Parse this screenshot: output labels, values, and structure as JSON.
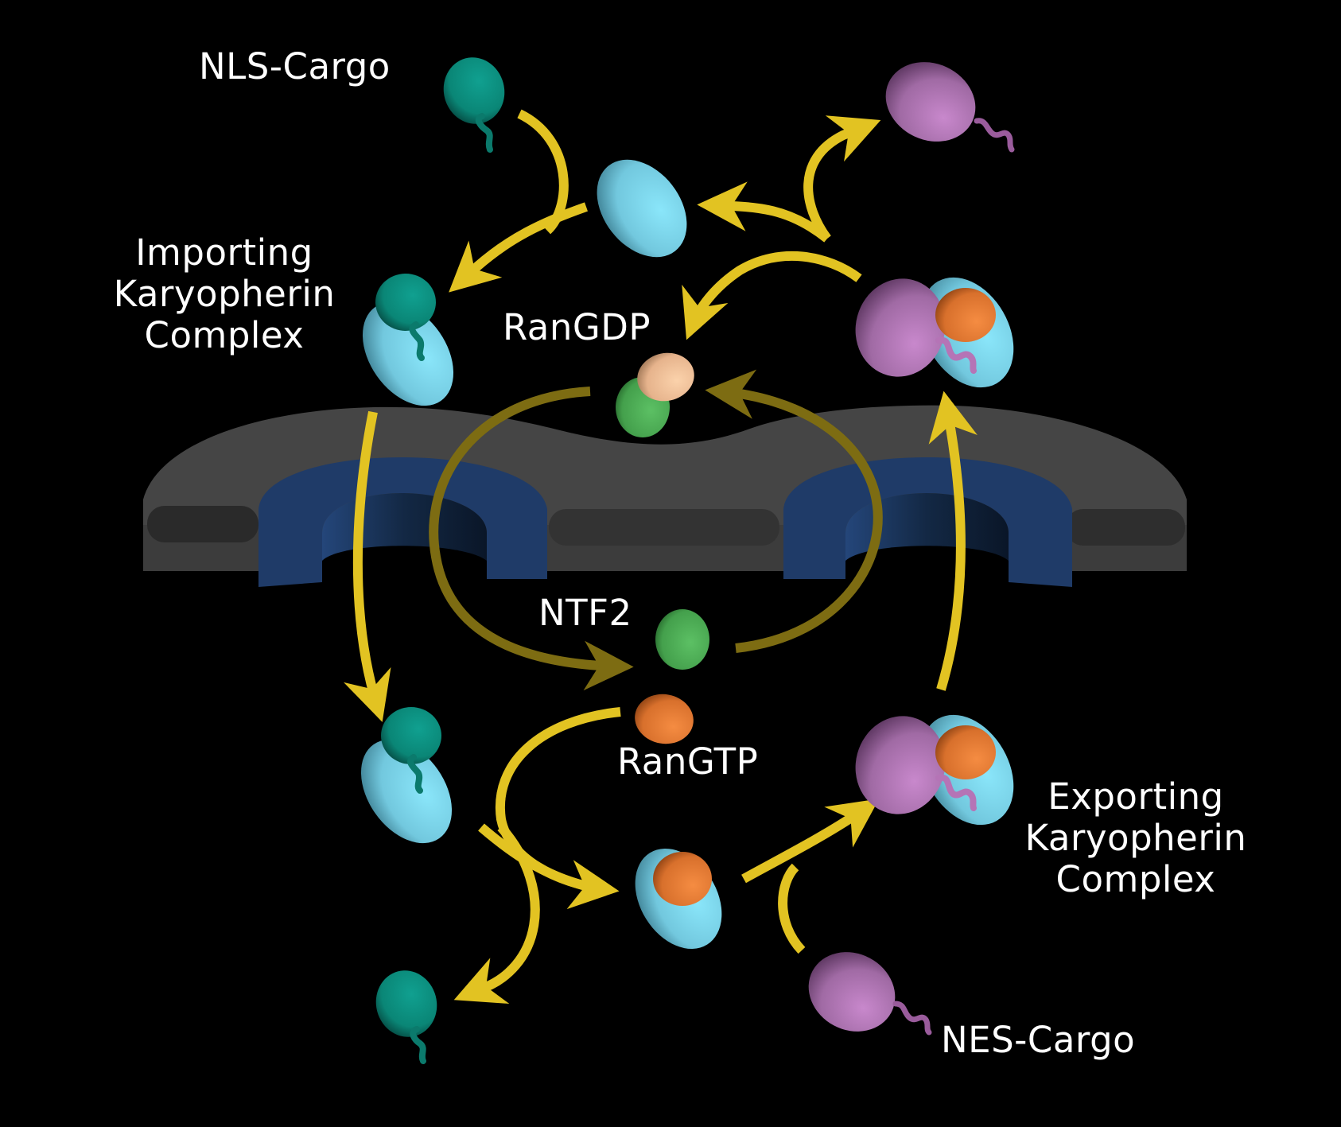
{
  "title": "Nuclear transport cycle: import and export karyopherin pathways through the nuclear pore complex",
  "colors": {
    "background": "#000000",
    "arrow": "#e2c322",
    "arrow_dim": "#7d6c12",
    "nls_cargo": "#0b8f80",
    "karyopherin": "#7fdcf0",
    "nes_cargo": "#b574b6",
    "ran_gtp": "#ec7f35",
    "ran_gdp": "#f6c79e",
    "ntf2": "#4bb055",
    "membrane": "#454545",
    "pore": "#1f3b68",
    "label": "#ffffff"
  },
  "labels": {
    "nls_cargo": "NLS-Cargo",
    "importing_complex": "Importing\nKaryopherin\nComplex",
    "ran_gdp": "RanGDP",
    "ntf2": "NTF2",
    "ran_gtp": "RanGTP",
    "exporting_complex": "Exporting\nKaryopherin\nComplex",
    "nes_cargo": "NES-Cargo"
  },
  "nodes": [
    {
      "id": "nls-cargo-free-top",
      "type": "nls-cargo"
    },
    {
      "id": "karyopherin-free-top",
      "type": "karyopherin"
    },
    {
      "id": "importing-complex-cytoplasm",
      "type": "import-complex"
    },
    {
      "id": "ran-gdp-ntf2-complex",
      "type": "ran-gdp-ntf2"
    },
    {
      "id": "nes-cargo-released-top",
      "type": "nes-cargo"
    },
    {
      "id": "exporting-complex-cytoplasm",
      "type": "export-complex"
    },
    {
      "id": "ntf2-free",
      "type": "ntf2"
    },
    {
      "id": "ran-gtp-free",
      "type": "ran-gtp"
    },
    {
      "id": "importing-complex-nucleus",
      "type": "import-complex"
    },
    {
      "id": "karyopherin-ran-gtp",
      "type": "karyopherin-ran-gtp"
    },
    {
      "id": "exporting-complex-nucleus",
      "type": "export-complex"
    },
    {
      "id": "nls-cargo-released-bottom",
      "type": "nls-cargo"
    },
    {
      "id": "nes-cargo-free-bottom",
      "type": "nes-cargo"
    }
  ],
  "edges": [
    {
      "from": "nls-cargo-free-top + karyopherin-free-top",
      "to": "importing-complex-cytoplasm"
    },
    {
      "from": "importing-complex-cytoplasm",
      "to": "importing-complex-nucleus",
      "via": "nuclear pore"
    },
    {
      "from": "importing-complex-nucleus + ran-gtp-free",
      "to": "karyopherin-ran-gtp"
    },
    {
      "from": "importing-complex-nucleus",
      "to": "nls-cargo-released-bottom"
    },
    {
      "from": "karyopherin-ran-gtp + nes-cargo-free-bottom",
      "to": "exporting-complex-nucleus"
    },
    {
      "from": "exporting-complex-nucleus",
      "to": "exporting-complex-cytoplasm",
      "via": "nuclear pore"
    },
    {
      "from": "exporting-complex-cytoplasm",
      "to": "nes-cargo-released-top"
    },
    {
      "from": "exporting-complex-cytoplasm",
      "to": "karyopherin-free-top"
    },
    {
      "from": "exporting-complex-cytoplasm",
      "to": "ran-gdp-ntf2-complex"
    },
    {
      "from": "ran-gdp-ntf2-complex",
      "to": "ntf2-free + ran-gtp-free",
      "via": "nuclear pore",
      "style": "dim"
    },
    {
      "from": "ntf2-free",
      "to": "ran-gdp-ntf2-complex",
      "via": "nuclear pore",
      "style": "dim"
    }
  ]
}
